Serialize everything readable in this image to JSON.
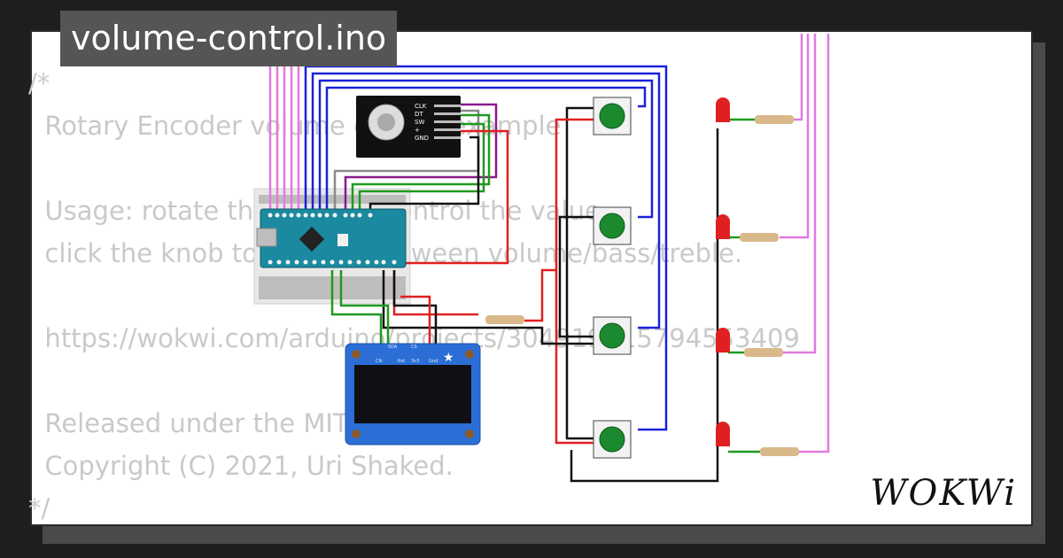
{
  "project": {
    "filename": "volume-control.ino"
  },
  "code_lines": [
    "/*",
    "  Rotary Encoder volume control example",
    "",
    "  Usage: rotate the knob to control the value,",
    "  click the knob to change between volume/bass/treble.",
    "",
    "  https://wokwi.com/arduino/projects/304919215794553409",
    "",
    "  Released under the MIT license.",
    "  Copyright (C) 2021, Uri Shaked.",
    "*/"
  ],
  "encoder": {
    "pins": [
      "CLK",
      "DT",
      "SW",
      "+",
      "GND"
    ]
  },
  "oled": {
    "pins": [
      "Clk",
      "SDA",
      "Rst",
      "CS",
      "3v3",
      "Gnd"
    ]
  },
  "branding": {
    "logo": "WOKWi"
  },
  "colors": {
    "background": "#1e1e1e",
    "card": "#ffffff",
    "code_text": "#c9c9c9",
    "badge_bg": "#555555",
    "arduino": "#1b8aa0",
    "oled_board": "#2b6fd6",
    "button_green": "#1b8a2e",
    "led_red": "#e02020",
    "wire_blue": "#1a22d8",
    "wire_pink": "#e07ae0",
    "wire_red": "#e02020",
    "wire_green": "#1f9a1f",
    "wire_black": "#111111",
    "wire_purple": "#8a1a8a"
  }
}
